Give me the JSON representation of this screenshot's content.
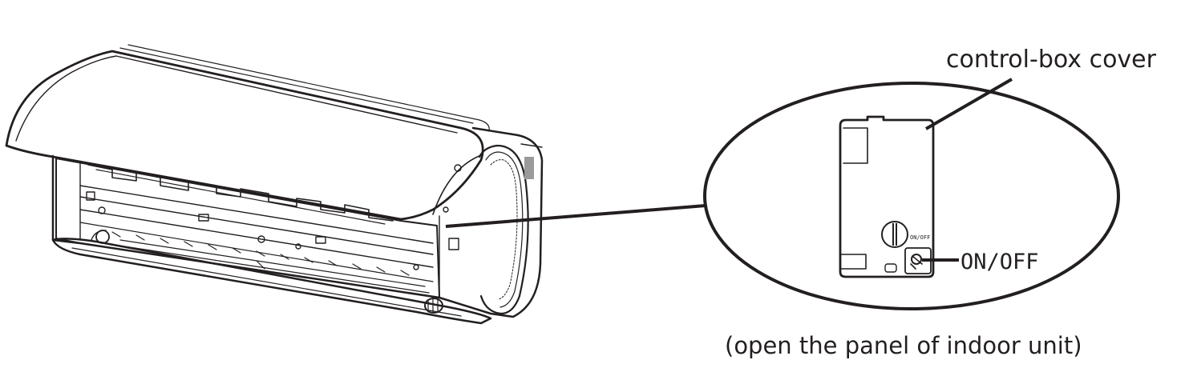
{
  "labels": {
    "control_box_cover": "control-box cover",
    "on_off": "ON/OFF",
    "on_off_small": "ON/OFF",
    "caption": "(open the panel of indoor unit)"
  },
  "colors": {
    "line": "#231f20",
    "shade": "#9a9a9a"
  }
}
